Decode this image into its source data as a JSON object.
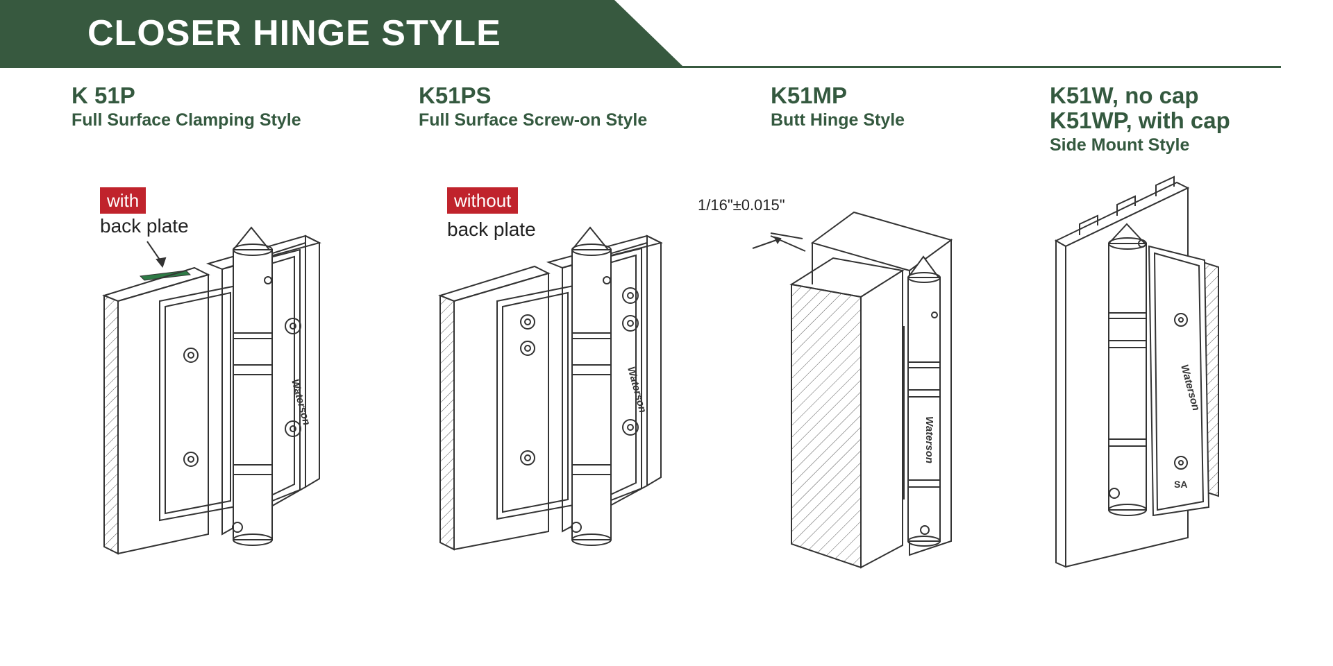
{
  "banner": {
    "title": "CLOSER HINGE STYLE",
    "color": "#37593f"
  },
  "products": [
    {
      "model": "K 51P",
      "description": "Full Surface Clamping Style",
      "tag": "with",
      "tag_note": "back plate"
    },
    {
      "model": "K51PS",
      "description": "Full Surface Screw-on Style",
      "tag": "without",
      "tag_note": "back plate"
    },
    {
      "model": "K51MP",
      "description": "Butt Hinge Style",
      "dimension": "1/16\"±0.015\""
    },
    {
      "model_lines": [
        "K51W, no cap",
        "K51WP, with cap"
      ],
      "description": "Side Mount Style",
      "mark": "SA"
    }
  ],
  "brand": "Waterson",
  "colors": {
    "accent_green": "#37593f",
    "tag_red": "#c0232c",
    "line_art": "#333333"
  }
}
